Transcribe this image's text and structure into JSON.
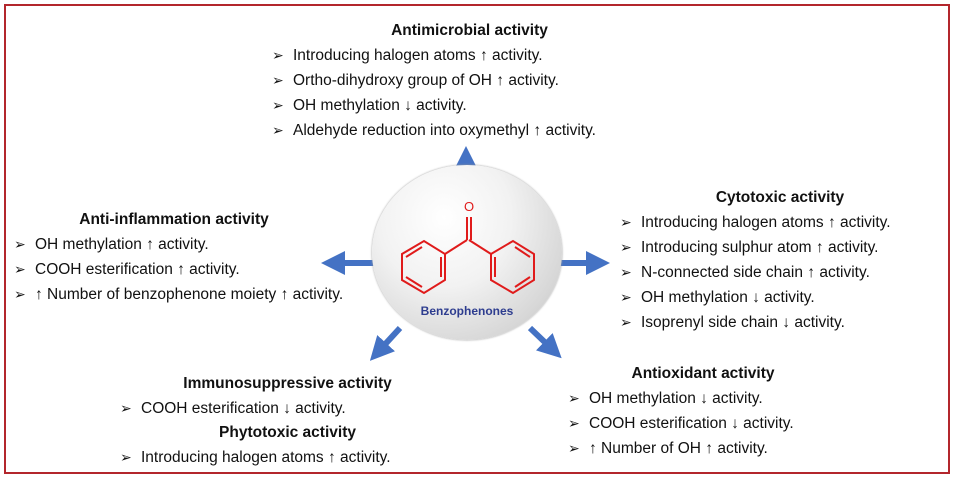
{
  "center": {
    "label": "Benzophenones"
  },
  "sections": {
    "antimicrobial": {
      "title": "Antimicrobial activity",
      "items": [
        "Introducing halogen atoms ↑ activity.",
        "Ortho-dihydroxy group of OH ↑ activity.",
        "OH methylation ↓ activity.",
        "Aldehyde reduction into oxymethyl ↑ activity."
      ]
    },
    "cytotoxic": {
      "title": "Cytotoxic activity",
      "items": [
        "Introducing halogen atoms ↑ activity.",
        "Introducing sulphur atom ↑ activity.",
        "N-connected side chain ↑ activity.",
        "OH methylation ↓ activity.",
        "Isoprenyl side chain ↓ activity."
      ]
    },
    "anti_inflammation": {
      "title": "Anti-inflammation activity",
      "items": [
        "OH methylation ↑ activity.",
        "COOH esterification ↑ activity.",
        "↑ Number of benzophenone moiety ↑ activity."
      ]
    },
    "immunosuppressive": {
      "title": "Immunosuppressive activity",
      "items": [
        "COOH esterification ↓ activity."
      ]
    },
    "phytotoxic": {
      "title": "Phytotoxic activity",
      "items": [
        "Introducing halogen atoms ↑ activity."
      ]
    },
    "antioxidant": {
      "title": "Antioxidant activity",
      "items": [
        "OH methylation ↓ activity.",
        "COOH esterification ↓ activity.",
        "↑ Number of OH ↑ activity."
      ]
    }
  },
  "colors": {
    "border": "#b3262c",
    "arrow": "#4472c4",
    "molecule": "#e01b1b",
    "label": "#2e3d8f"
  }
}
